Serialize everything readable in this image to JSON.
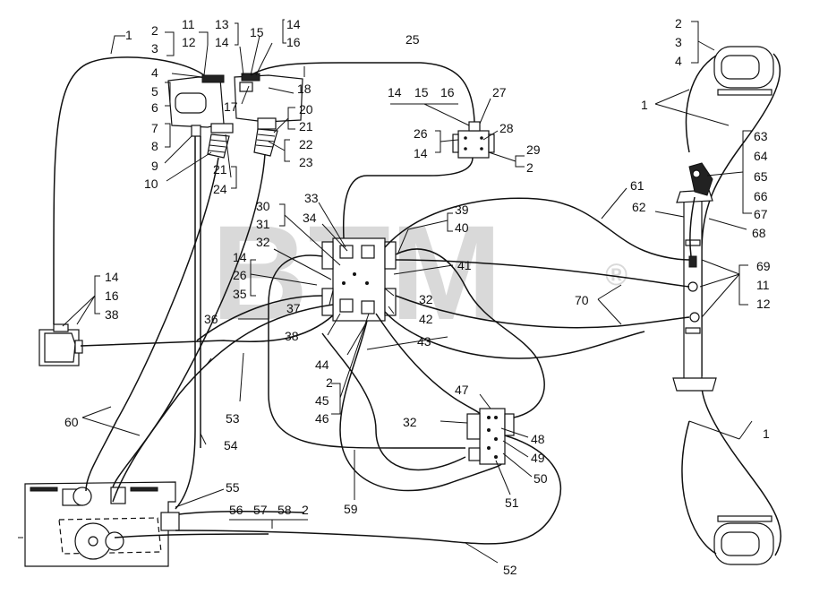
{
  "watermark": {
    "text": "BTM",
    "mark": "®"
  },
  "labels": [
    {
      "id": "l1a",
      "text": "1"
    },
    {
      "id": "l2a",
      "text": "2"
    },
    {
      "id": "l3a",
      "text": "3"
    },
    {
      "id": "l4a",
      "text": "4"
    },
    {
      "id": "l5",
      "text": "5"
    },
    {
      "id": "l6",
      "text": "6"
    },
    {
      "id": "l7",
      "text": "7"
    },
    {
      "id": "l8",
      "text": "8"
    },
    {
      "id": "l9",
      "text": "9"
    },
    {
      "id": "l10",
      "text": "10"
    },
    {
      "id": "l11a",
      "text": "11"
    },
    {
      "id": "l12a",
      "text": "12"
    },
    {
      "id": "l13",
      "text": "13"
    },
    {
      "id": "l14a",
      "text": "14"
    },
    {
      "id": "l15a",
      "text": "15"
    },
    {
      "id": "l14b",
      "text": "14"
    },
    {
      "id": "l16a",
      "text": "16"
    },
    {
      "id": "l25",
      "text": "25"
    },
    {
      "id": "l18",
      "text": "18"
    },
    {
      "id": "l17",
      "text": "17"
    },
    {
      "id": "l20",
      "text": "20"
    },
    {
      "id": "l21a",
      "text": "21"
    },
    {
      "id": "l22",
      "text": "22"
    },
    {
      "id": "l23",
      "text": "23"
    },
    {
      "id": "l21b",
      "text": "21"
    },
    {
      "id": "l24",
      "text": "24"
    },
    {
      "id": "l14c",
      "text": "14"
    },
    {
      "id": "l15b",
      "text": "15"
    },
    {
      "id": "l16b",
      "text": "16"
    },
    {
      "id": "l27",
      "text": "27"
    },
    {
      "id": "l26a",
      "text": "26"
    },
    {
      "id": "l14d",
      "text": "14"
    },
    {
      "id": "l28",
      "text": "28"
    },
    {
      "id": "l29",
      "text": "29"
    },
    {
      "id": "l2b",
      "text": "2"
    },
    {
      "id": "l2c",
      "text": "2"
    },
    {
      "id": "l3b",
      "text": "3"
    },
    {
      "id": "l4b",
      "text": "4"
    },
    {
      "id": "l1b",
      "text": "1"
    },
    {
      "id": "l63",
      "text": "63"
    },
    {
      "id": "l64",
      "text": "64"
    },
    {
      "id": "l65",
      "text": "65"
    },
    {
      "id": "l66",
      "text": "66"
    },
    {
      "id": "l67",
      "text": "67"
    },
    {
      "id": "l61",
      "text": "61"
    },
    {
      "id": "l62",
      "text": "62"
    },
    {
      "id": "l68",
      "text": "68"
    },
    {
      "id": "l69",
      "text": "69"
    },
    {
      "id": "l11b",
      "text": "11"
    },
    {
      "id": "l12b",
      "text": "12"
    },
    {
      "id": "l70",
      "text": "70"
    },
    {
      "id": "l33",
      "text": "33"
    },
    {
      "id": "l30",
      "text": "30"
    },
    {
      "id": "l31",
      "text": "31"
    },
    {
      "id": "l34",
      "text": "34"
    },
    {
      "id": "l32a",
      "text": "32"
    },
    {
      "id": "l39",
      "text": "39"
    },
    {
      "id": "l40",
      "text": "40"
    },
    {
      "id": "l41",
      "text": "41"
    },
    {
      "id": "l14e",
      "text": "14"
    },
    {
      "id": "l26b",
      "text": "26"
    },
    {
      "id": "l35",
      "text": "35"
    },
    {
      "id": "l37",
      "text": "37"
    },
    {
      "id": "l32b",
      "text": "32"
    },
    {
      "id": "l42",
      "text": "42"
    },
    {
      "id": "l36",
      "text": "36"
    },
    {
      "id": "l38a",
      "text": "38"
    },
    {
      "id": "l43",
      "text": "43"
    },
    {
      "id": "l44",
      "text": "44"
    },
    {
      "id": "l2d",
      "text": "2"
    },
    {
      "id": "l45",
      "text": "45"
    },
    {
      "id": "l46",
      "text": "46"
    },
    {
      "id": "l14f",
      "text": "14"
    },
    {
      "id": "l16c",
      "text": "16"
    },
    {
      "id": "l38b",
      "text": "38"
    },
    {
      "id": "l53",
      "text": "53"
    },
    {
      "id": "l60",
      "text": "60"
    },
    {
      "id": "l54",
      "text": "54"
    },
    {
      "id": "l47",
      "text": "47"
    },
    {
      "id": "l32c",
      "text": "32"
    },
    {
      "id": "l48",
      "text": "48"
    },
    {
      "id": "l49",
      "text": "49"
    },
    {
      "id": "l50",
      "text": "50"
    },
    {
      "id": "l51",
      "text": "51"
    },
    {
      "id": "l59",
      "text": "59"
    },
    {
      "id": "l55",
      "text": "55"
    },
    {
      "id": "l56",
      "text": "56"
    },
    {
      "id": "l57",
      "text": "57"
    },
    {
      "id": "l58",
      "text": "58"
    },
    {
      "id": "l2e",
      "text": "2"
    },
    {
      "id": "l52",
      "text": "52"
    },
    {
      "id": "l1c",
      "text": "1"
    }
  ]
}
